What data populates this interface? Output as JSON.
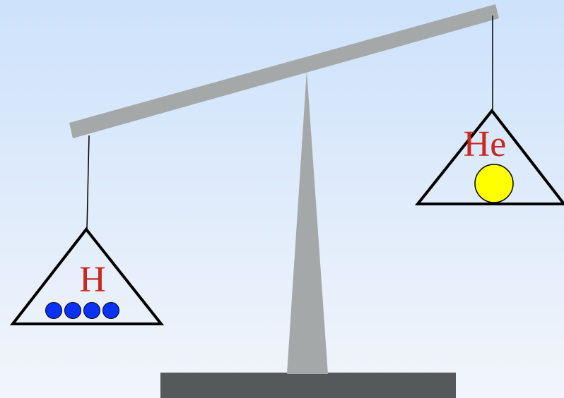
{
  "scene": {
    "colors": {
      "background_top": "#cde2fb",
      "background_bottom": "#f2f5fb",
      "beam": "#a5a8a8",
      "pillar": "#a5a8a8",
      "base": "#55595c",
      "pan_outline": "#000000",
      "label": "#c8281e"
    }
  },
  "left_pan": {
    "label": "H",
    "particle_color": "#0a32f5",
    "particle_count": 4
  },
  "right_pan": {
    "label": "He",
    "particle_color": "#ffff00",
    "particle_count": 1
  }
}
